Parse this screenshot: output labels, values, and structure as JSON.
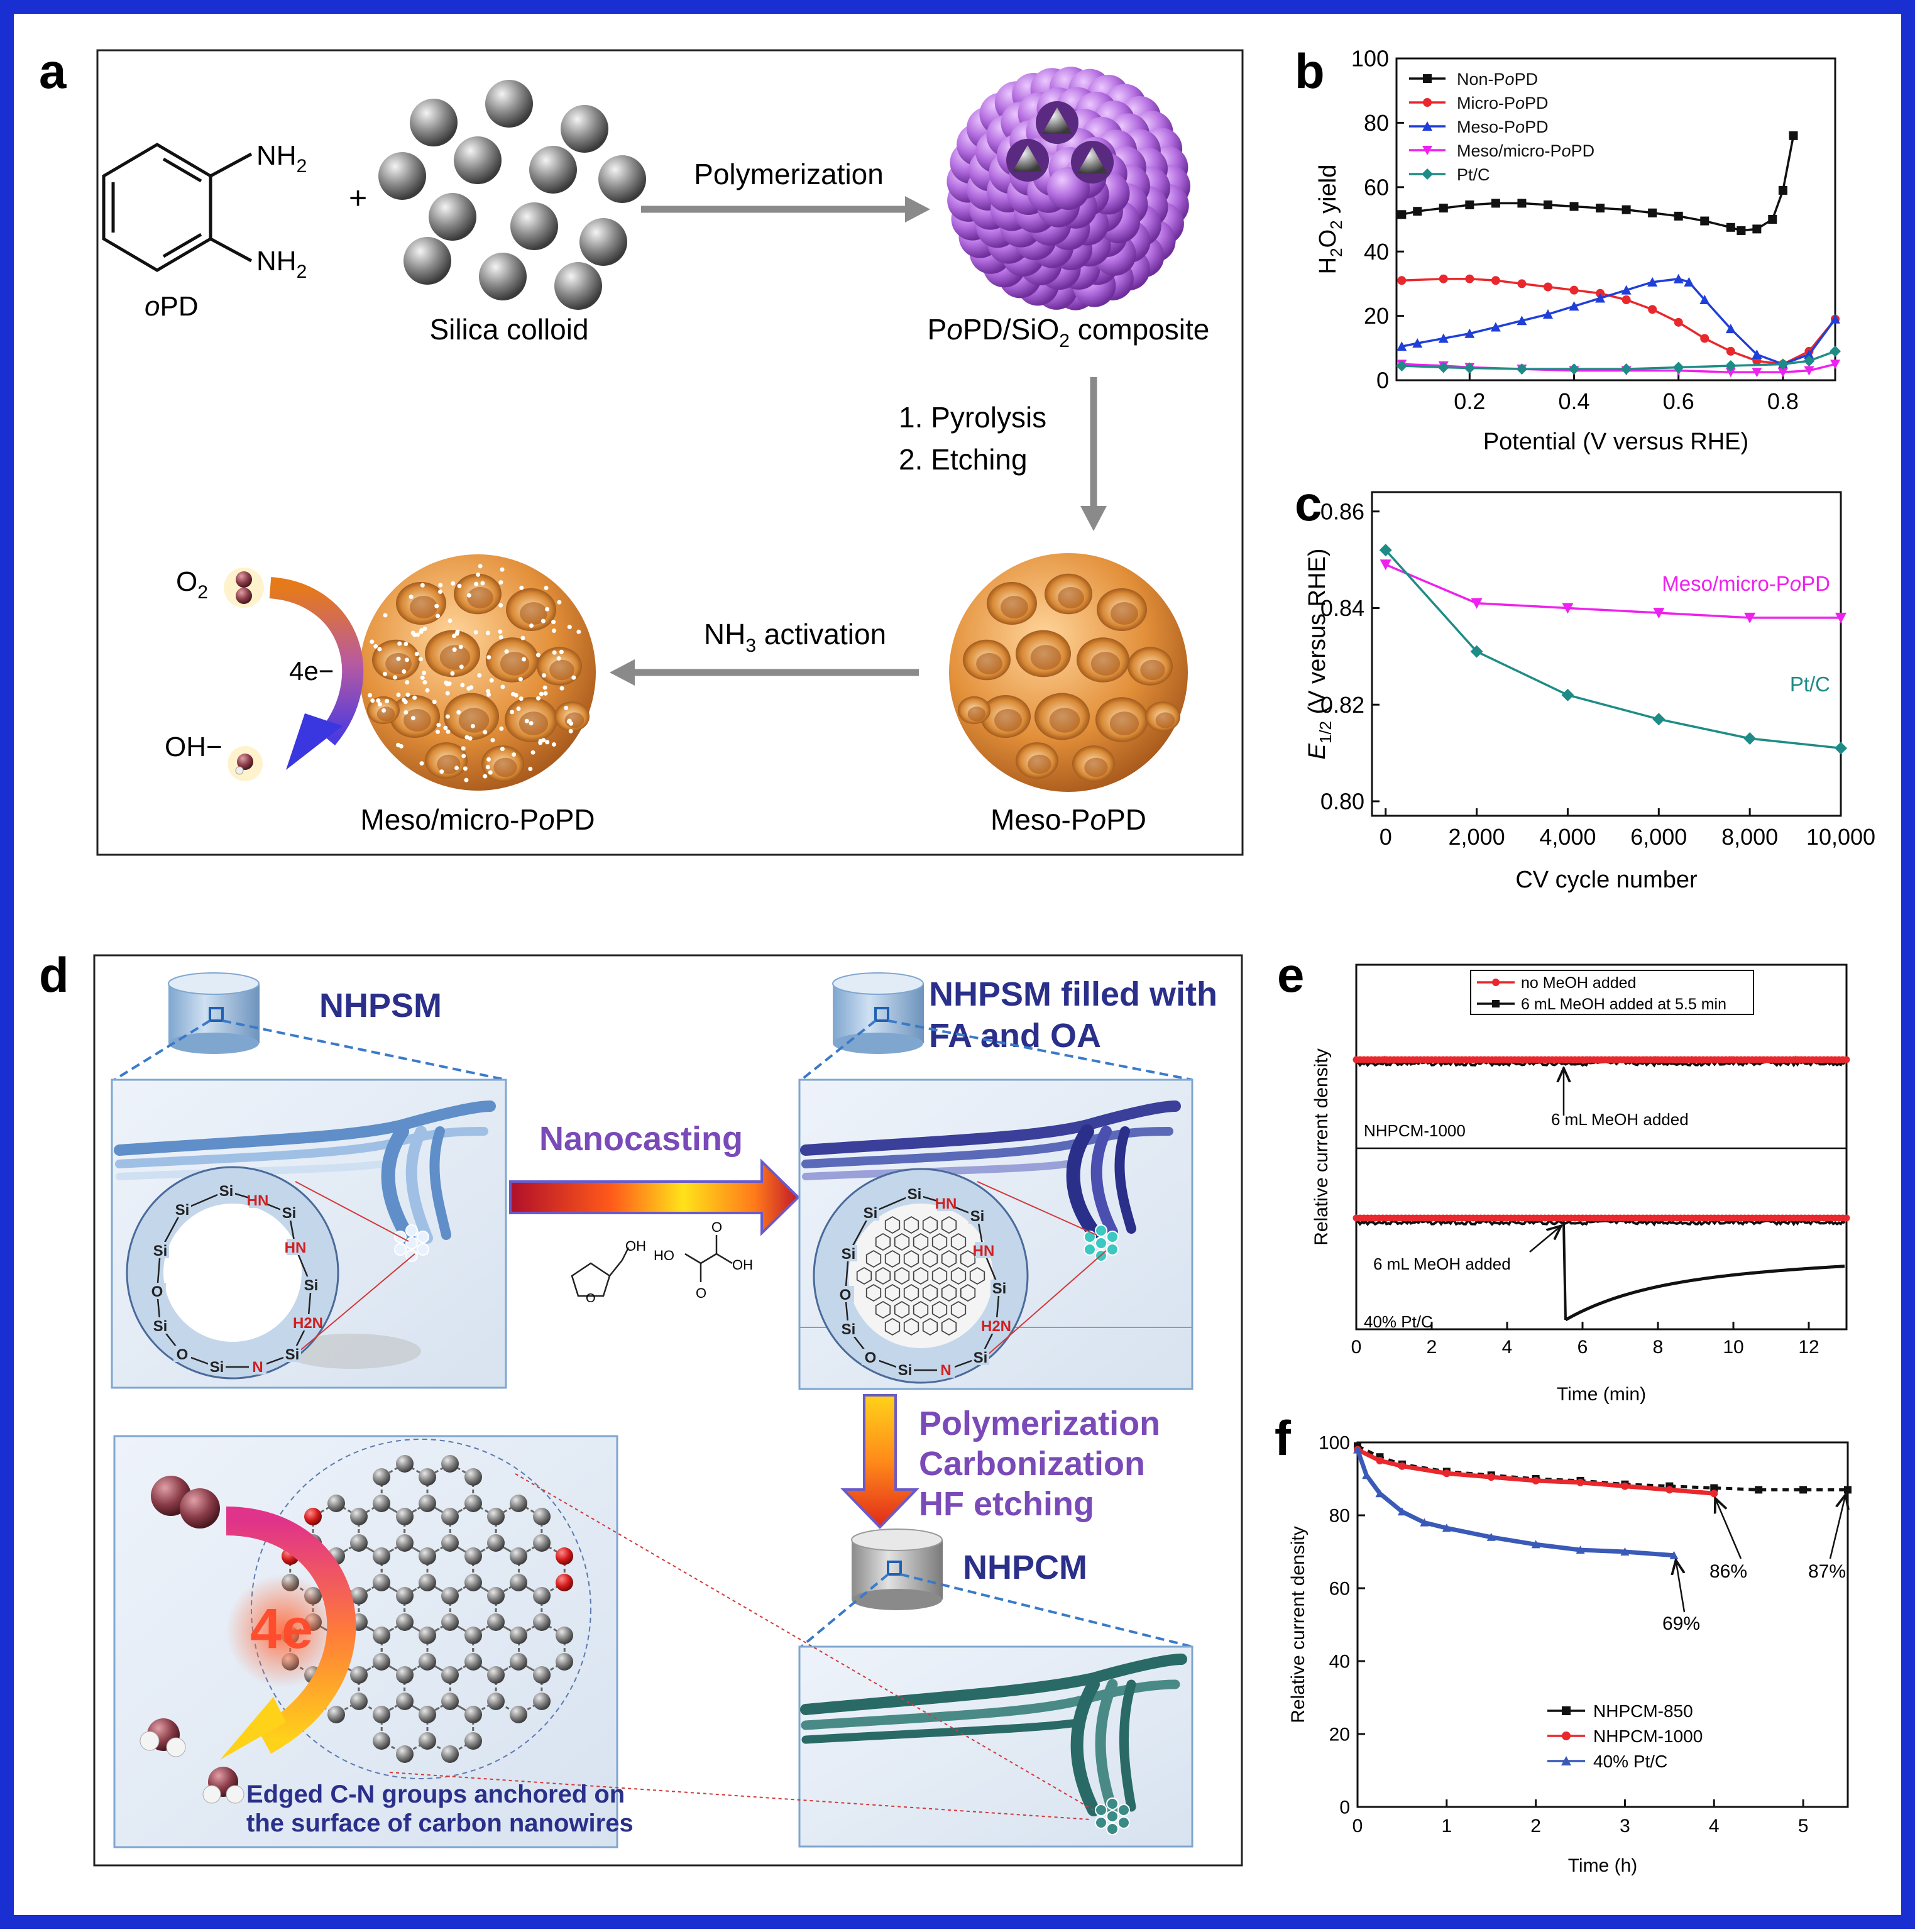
{
  "colors": {
    "border": "#1a2fd1",
    "purple": "#b06ad8",
    "orange": "#e08a2c",
    "black": "#111111",
    "red": "#e8282c",
    "blue": "#1f3fd8",
    "magenta": "#ee21ee",
    "teal": "#1e8c86",
    "navy": "#2a2f8a",
    "violet": "#6a3fb0"
  },
  "panel_a": {
    "letter": "a",
    "monomer": {
      "amine1": "NH",
      "amine2": "NH",
      "sub": "2",
      "name_italic": "o",
      "name_rest": "PD"
    },
    "plus": "+",
    "silica": "Silica colloid",
    "arrow1": "Polymerization",
    "composite": {
      "p1": "P",
      "p2": "o",
      "p3": "PD/SiO",
      "p4": "2",
      "p5": " composite"
    },
    "steps": [
      "1. Pyrolysis",
      "2. Etching"
    ],
    "meso": {
      "p1": "Meso-P",
      "p2": "o",
      "p3": "PD"
    },
    "arrow2": {
      "p1": "NH",
      "p2": "3",
      "p3": " activation"
    },
    "mesomicro": {
      "p1": "Meso/micro-P",
      "p2": "o",
      "p3": "PD"
    },
    "o2": {
      "p1": "O",
      "p2": "2"
    },
    "electrons": "4e−",
    "oh": "OH−"
  },
  "chart_data": [
    {
      "panel": "b",
      "type": "line",
      "ylabel": "H2O2 yield",
      "xlabel": "Potential (V versus RHE)",
      "xlim": [
        0.06,
        0.9
      ],
      "ylim": [
        0,
        100
      ],
      "xticks": [
        "0.2",
        "0.4",
        "0.6",
        "0.8"
      ],
      "yticks": [
        "0",
        "20",
        "40",
        "60",
        "80",
        "100"
      ],
      "legend_position": "top-left",
      "series": [
        {
          "name": "Non-PoPD",
          "x": [
            0.07,
            0.1,
            0.15,
            0.2,
            0.25,
            0.3,
            0.35,
            0.4,
            0.45,
            0.5,
            0.55,
            0.6,
            0.65,
            0.7,
            0.72,
            0.75,
            0.78,
            0.8,
            0.82
          ],
          "y": [
            51.5,
            52.5,
            53.5,
            54.5,
            55,
            55,
            54.5,
            54,
            53.5,
            53,
            52,
            51,
            49.5,
            47.5,
            46.5,
            47,
            50,
            59,
            76
          ]
        },
        {
          "name": "Micro-PoPD",
          "x": [
            0.07,
            0.15,
            0.2,
            0.25,
            0.3,
            0.35,
            0.4,
            0.45,
            0.5,
            0.55,
            0.6,
            0.65,
            0.7,
            0.75,
            0.8,
            0.85,
            0.9
          ],
          "y": [
            31,
            31.5,
            31.5,
            31,
            30,
            29,
            28,
            27,
            25,
            22,
            18,
            13,
            9,
            6,
            5,
            9,
            19
          ]
        },
        {
          "name": "Meso-PoPD",
          "x": [
            0.07,
            0.1,
            0.15,
            0.2,
            0.25,
            0.3,
            0.35,
            0.4,
            0.45,
            0.5,
            0.55,
            0.6,
            0.62,
            0.65,
            0.7,
            0.75,
            0.8,
            0.85,
            0.9
          ],
          "y": [
            10.5,
            11.5,
            13,
            14.5,
            16.5,
            18.5,
            20.5,
            23,
            25.5,
            28,
            30.5,
            31.5,
            30.5,
            25,
            16,
            8,
            5,
            8,
            19
          ]
        },
        {
          "name": "Meso/micro-PoPD",
          "x": [
            0.07,
            0.15,
            0.2,
            0.3,
            0.4,
            0.5,
            0.6,
            0.7,
            0.75,
            0.8,
            0.85,
            0.9
          ],
          "y": [
            5,
            4.5,
            4,
            3.5,
            3,
            3,
            3,
            2.5,
            2.5,
            2.5,
            3,
            5
          ]
        },
        {
          "name": "Pt/C",
          "x": [
            0.07,
            0.15,
            0.2,
            0.3,
            0.4,
            0.5,
            0.6,
            0.7,
            0.8,
            0.85,
            0.9
          ],
          "y": [
            4.5,
            4,
            3.8,
            3.5,
            3.5,
            3.5,
            4,
            4.5,
            5,
            6,
            9
          ]
        }
      ]
    },
    {
      "panel": "c",
      "type": "line",
      "ylabel": "E1/2 (V versus RHE)",
      "xlabel": "CV cycle number",
      "xlim": [
        -300,
        10000
      ],
      "ylim": [
        0.797,
        0.864
      ],
      "xticks": [
        "0",
        "2,000",
        "4,000",
        "6,000",
        "8,000",
        "10,000"
      ],
      "yticks": [
        "0.80",
        "0.82",
        "0.84",
        "0.86"
      ],
      "series": [
        {
          "name": "Meso/micro-PoPD",
          "x": [
            0,
            2000,
            4000,
            6000,
            8000,
            10000
          ],
          "y": [
            0.849,
            0.841,
            0.84,
            0.839,
            0.838,
            0.838
          ]
        },
        {
          "name": "Pt/C",
          "x": [
            0,
            2000,
            4000,
            6000,
            8000,
            10000
          ],
          "y": [
            0.852,
            0.831,
            0.822,
            0.817,
            0.813,
            0.811
          ]
        }
      ]
    },
    {
      "panel": "e",
      "type": "line",
      "ylabel": "Relative current density",
      "xlabel": "Time (min)",
      "xlim": [
        0,
        13
      ],
      "xticks": [
        "0",
        "2",
        "4",
        "6",
        "8",
        "10",
        "12"
      ],
      "legend": [
        "no MeOH added",
        "6 mL MeOH added at 5.5 min"
      ],
      "legend_position": "top-center",
      "subplots": [
        {
          "label": "NHPCM-1000",
          "annotation": "6 mL MeOH added",
          "note": "no response to methanol; both traces stay flat at the initial level"
        },
        {
          "label": "40% Pt/C",
          "annotation": "6 mL MeOH added",
          "note": "methanol trace drops sharply at 5.5 min then partially recovers"
        }
      ]
    },
    {
      "panel": "f",
      "type": "line",
      "ylabel": "Relative current density",
      "xlabel": "Time (h)",
      "xlim": [
        0,
        5.5
      ],
      "ylim": [
        0,
        100
      ],
      "xticks": [
        "0",
        "1",
        "2",
        "3",
        "4",
        "5"
      ],
      "yticks": [
        "0",
        "20",
        "40",
        "60",
        "80",
        "100"
      ],
      "legend_position": "bottom-left",
      "series": [
        {
          "name": "NHPCM-850",
          "x": [
            0,
            0.25,
            0.5,
            1,
            1.5,
            2,
            2.5,
            3,
            3.5,
            4,
            4.5,
            5,
            5.5
          ],
          "y": [
            99,
            96,
            94,
            92,
            91,
            90,
            89.5,
            88.5,
            88,
            87.5,
            87,
            87,
            87
          ]
        },
        {
          "name": "NHPCM-1000",
          "x": [
            0,
            0.25,
            0.5,
            1,
            1.5,
            2,
            2.5,
            3,
            3.5,
            4
          ],
          "y": [
            98,
            95,
            93.5,
            91.5,
            90.5,
            89.5,
            89,
            88,
            87,
            86
          ]
        },
        {
          "name": "40% Pt/C",
          "x": [
            0,
            0.1,
            0.25,
            0.5,
            0.75,
            1,
            1.5,
            2,
            2.5,
            3,
            3.55
          ],
          "y": [
            98,
            91,
            86,
            81,
            78,
            76.5,
            74,
            72,
            70.5,
            70,
            69
          ]
        }
      ],
      "annotations": [
        "86%",
        "87%",
        "69%"
      ]
    }
  ],
  "panel_d": {
    "letter": "d",
    "nhpsm": "NHPSM",
    "filled": [
      "NHPSM filled with",
      "FA and OA"
    ],
    "nanocasting": "Nanocasting",
    "process": [
      "Polymerization",
      "Carbonization",
      "HF etching"
    ],
    "nhpcm": "NHPCM",
    "electrons": "4e",
    "caption": [
      "Edged C-N groups anchored on",
      "the surface of carbon nanowires"
    ],
    "silica_atoms": "Si",
    "oxygen_atoms": "O",
    "amine_atoms": "HN",
    "n_atom": "N",
    "nh2": "H2N",
    "furfuryl_oh": "OH",
    "oxalic_ho": "HO",
    "oxalic_oh": "OH",
    "oxalic_o": "O"
  },
  "letters": {
    "b": "b",
    "c": "c",
    "e": "e",
    "f": "f"
  }
}
